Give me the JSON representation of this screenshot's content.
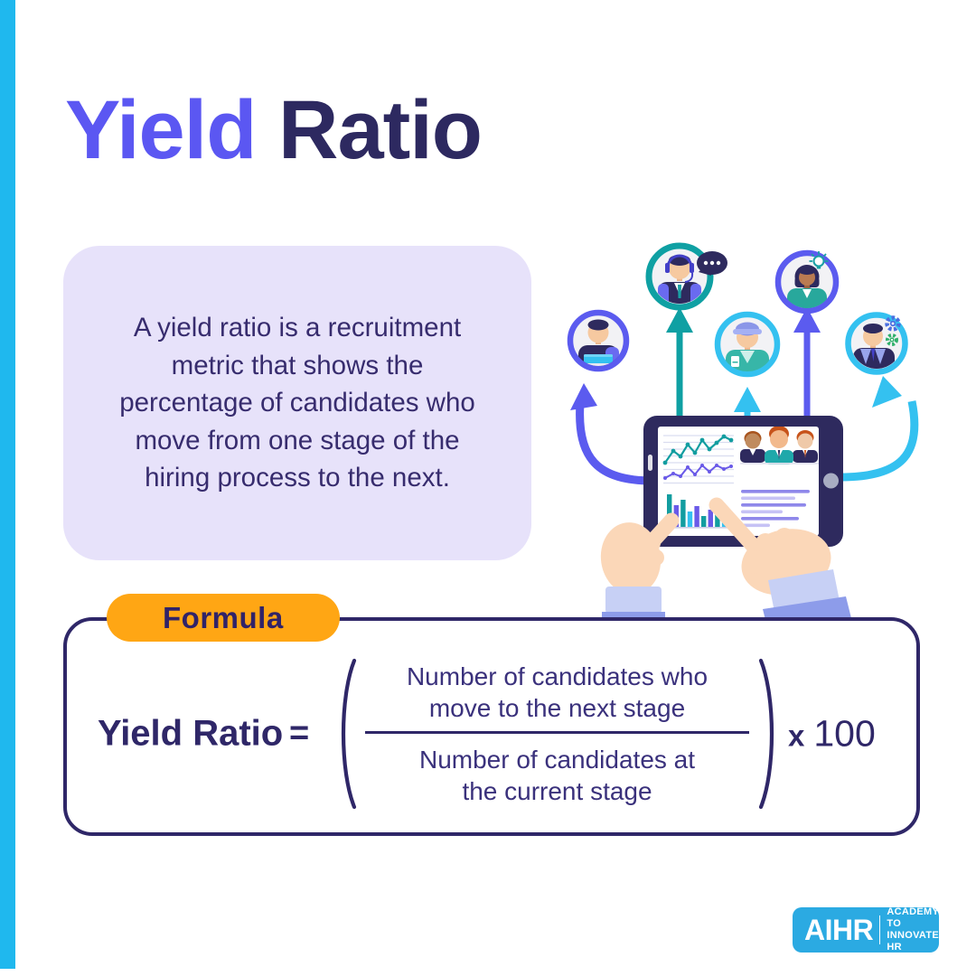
{
  "page": {
    "background": "#FFFFFF",
    "accent_stripe_color": "#1FB8EE"
  },
  "title": {
    "word_primary": "Yield",
    "word_secondary": "Ratio",
    "primary_color": "#5B57F2",
    "secondary_color": "#2D2960"
  },
  "definition": {
    "background": "#E7E2FA",
    "text_color": "#372C6E",
    "lines": [
      "A yield ratio is a recruitment",
      "metric that shows the",
      "percentage of candidates who",
      "move from one stage of the",
      "hiring process to the next."
    ]
  },
  "formula": {
    "badge_label": "Formula",
    "badge_background": "#FFA614",
    "border_color": "#2F2768",
    "lhs_label": "Yield Ratio",
    "equals_sign": "=",
    "numerator_lines": [
      "Number of candidates who",
      "move to the next stage"
    ],
    "denominator_lines": [
      "Number of candidates at",
      "the current stage"
    ],
    "multiplier_x": "x",
    "multiplier_value": "100"
  },
  "illustration": {
    "tablet_color": "#2E2A5E",
    "candidate_rings": [
      "#5B5BEF",
      "#0FA0A3",
      "#34C1F0",
      "#5B5BEF",
      "#34C1F0"
    ],
    "arrow_colors": [
      "#5B5BEF",
      "#0FA0A3",
      "#34C1F0",
      "#5B5BEF",
      "#34C1F0"
    ]
  },
  "logo": {
    "background": "#2BAAE2",
    "brand": "AIHR",
    "tagline_lines": [
      "ACADEMY TO",
      "INNOVATE HR"
    ]
  }
}
